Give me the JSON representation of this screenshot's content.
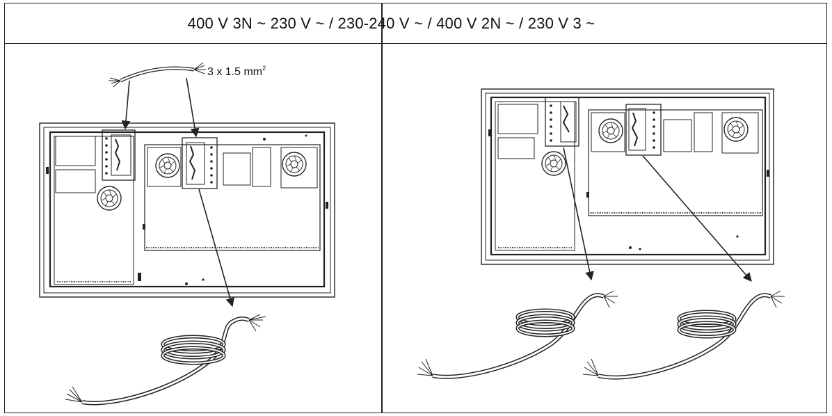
{
  "header": {
    "supply_types": "400 V 3N ~ 230 V ~ / 230-240 V ~ / 400 V 2N ~ / 230 V 3 ~"
  },
  "left_panel": {
    "bridge_wire_label": "3 x 1.5 mm",
    "bridge_wire_label_sup": "2"
  },
  "colors": {
    "line": "#222222",
    "background": "#ffffff"
  }
}
